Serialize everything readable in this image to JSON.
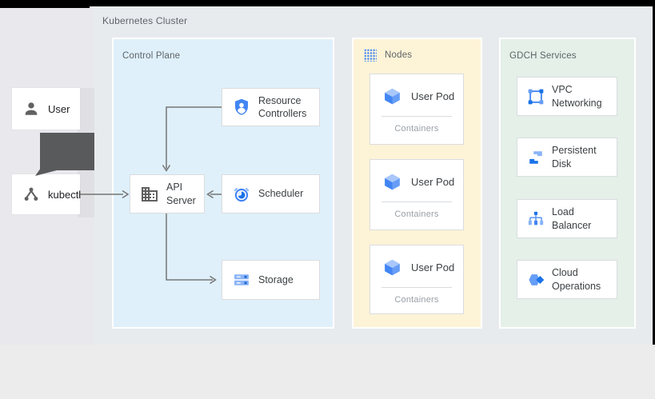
{
  "cluster": {
    "label": "Kubernetes Cluster"
  },
  "actors": {
    "user": {
      "label": "User",
      "icon": "person-icon"
    },
    "kubectl": {
      "label": "kubectl",
      "icon": "node-graph-icon"
    }
  },
  "control_plane": {
    "label": "Control Plane",
    "boxes": [
      {
        "label": "Resource Controllers",
        "icon": "shield-person-icon"
      },
      {
        "label": "API Server",
        "icon": "building-icon"
      },
      {
        "label": "Scheduler",
        "icon": "alarm-clock-icon"
      },
      {
        "label": "Storage",
        "icon": "storage-stack-icon"
      }
    ]
  },
  "nodes": {
    "label": "Nodes",
    "icon": "dot-grid-icon",
    "pods": [
      {
        "label": "User Pod",
        "sublabel": "Containers",
        "icon": "cube-icon"
      },
      {
        "label": "User Pod",
        "sublabel": "Containers",
        "icon": "cube-icon"
      },
      {
        "label": "User Pod",
        "sublabel": "Containers",
        "icon": "cube-icon"
      }
    ]
  },
  "gdch": {
    "label": "GDCH Services",
    "services": [
      {
        "label": "VPC Networking",
        "icon": "vpc-network-icon"
      },
      {
        "label": "Persistent Disk",
        "icon": "persistent-disk-icon"
      },
      {
        "label": "Load Balancer",
        "icon": "load-balancer-icon"
      },
      {
        "label": "Cloud Operations",
        "icon": "cloud-operations-icon"
      }
    ]
  },
  "edges": [
    {
      "from": "User",
      "to": "kubectl",
      "style": "thick-dark-arrow"
    },
    {
      "from": "kubectl",
      "to": "API Server",
      "style": "thin-gray-arrow"
    },
    {
      "from": "Resource Controllers",
      "to": "API Server",
      "style": "thin-gray-arrow"
    },
    {
      "from": "Scheduler",
      "to": "API Server",
      "style": "thin-gray-arrow"
    },
    {
      "from": "API Server",
      "to": "Storage",
      "style": "thin-gray-arrow"
    }
  ],
  "colors": {
    "control_plane_bg": "#dff0fa",
    "nodes_bg": "#fdf3d7",
    "gdch_bg": "#e4f0e8",
    "cluster_bg": "#e8ebee",
    "left_column_bg": "#e9e9ed",
    "bottom_strip_bg": "#ececec",
    "box_border": "#dadce0",
    "accent_blue": "#4285f4",
    "accent_blue_dark": "#1a73e8",
    "accent_blue_light": "#8ab4f8",
    "arrow_gray": "#757575",
    "thick_arrow_gray": "#595a5c",
    "label_gray": "#5f6368",
    "text_dark": "#3c4043"
  }
}
